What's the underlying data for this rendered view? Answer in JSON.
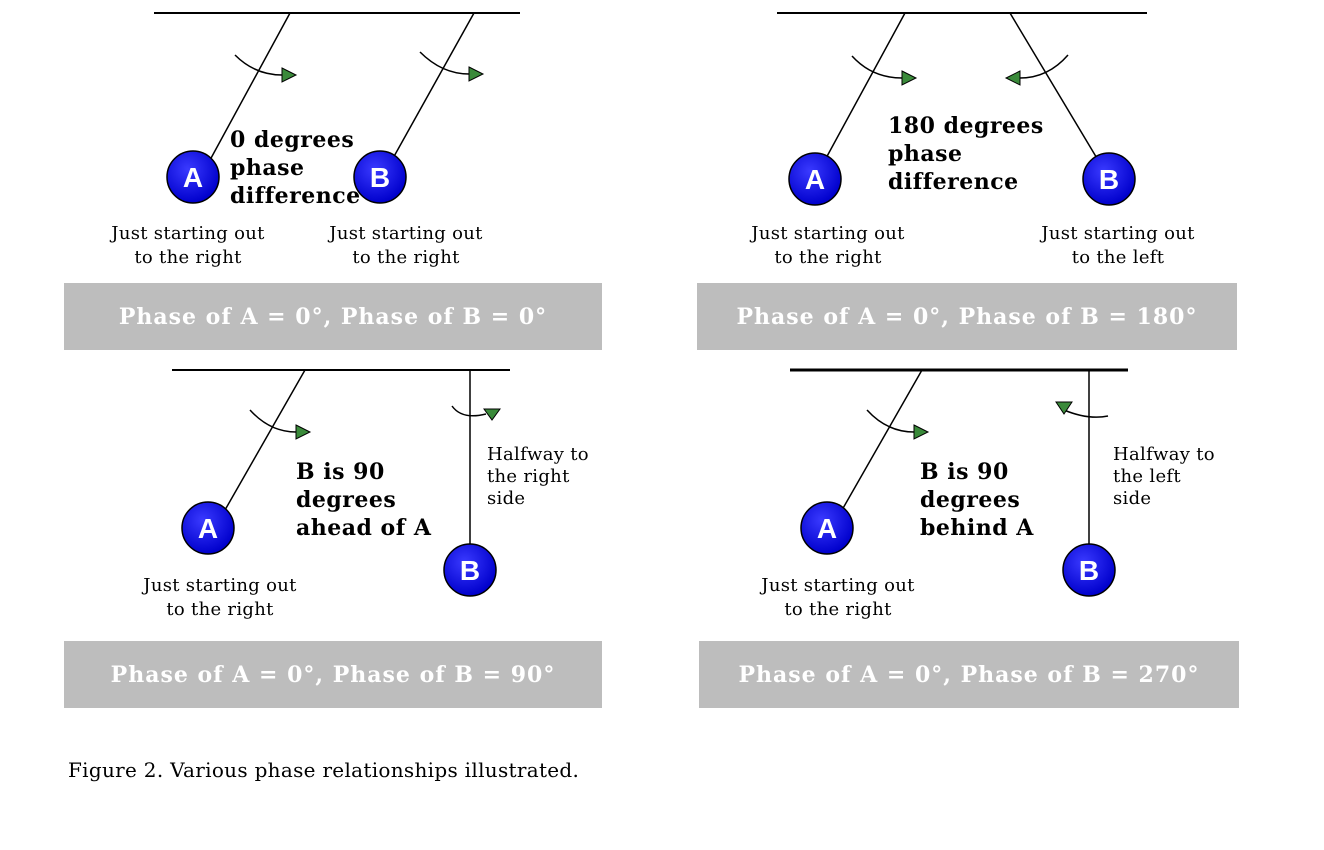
{
  "panels": {
    "p1": {
      "note": [
        "0 degrees",
        "phase",
        "difference"
      ],
      "caption_a": [
        "Just starting out",
        "to the right"
      ],
      "caption_b": [
        "Just starting out",
        "to the right"
      ],
      "phase_bar": "Phase of A = 0°,  Phase of B = 0°"
    },
    "p2": {
      "note": [
        "180 degrees",
        "phase",
        "difference"
      ],
      "caption_a": [
        "Just starting out",
        "to the right"
      ],
      "caption_b": [
        "Just starting out",
        "to the left"
      ],
      "phase_bar": "Phase of A = 0°,  Phase of B = 180°"
    },
    "p3": {
      "note": [
        "B is 90",
        "degrees",
        "ahead of A"
      ],
      "caption_a": [
        "Just starting out",
        "to the right"
      ],
      "side_b": [
        "Halfway to",
        "the right",
        "side"
      ],
      "phase_bar": "Phase of A = 0°,  Phase of B = 90°"
    },
    "p4": {
      "note": [
        "B is 90",
        "degrees",
        "behind A"
      ],
      "caption_a": [
        "Just starting out",
        "to the right"
      ],
      "side_b": [
        "Halfway to",
        "the left",
        "side"
      ],
      "phase_bar": "Phase of A = 0°,  Phase of B = 270°"
    }
  },
  "bob_labels": {
    "a": "A",
    "b": "B"
  },
  "colors": {
    "bob_fill": "#0000dd",
    "arrow_fill": "#3a8a3a",
    "bar_fill": "#bdbdbd"
  },
  "figure_caption": "Figure 2.  Various phase relationships illustrated."
}
